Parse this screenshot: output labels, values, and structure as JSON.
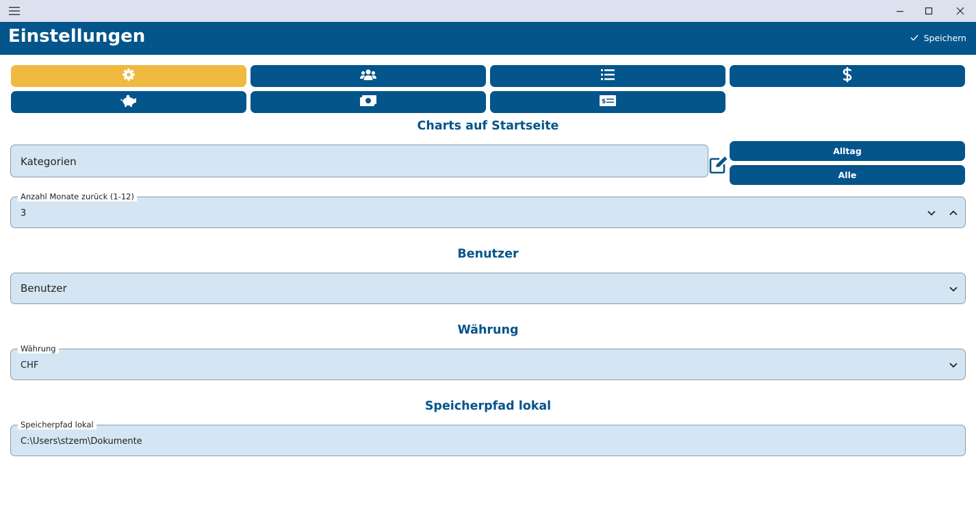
{
  "window": {
    "menu_icon": "hamburger-icon",
    "minimize_icon": "minimize-icon",
    "maximize_icon": "maximize-icon",
    "close_icon": "close-icon"
  },
  "header": {
    "title": "Einstellungen",
    "save_label": "Speichern",
    "save_icon": "checkmark-icon",
    "background": "#04558b"
  },
  "tabs": [
    {
      "icon": "gear-icon",
      "active": true
    },
    {
      "icon": "users-icon",
      "active": false
    },
    {
      "icon": "list-icon",
      "active": false
    },
    {
      "icon": "dollar-icon",
      "active": false
    },
    {
      "icon": "piggy-bank-icon",
      "active": false
    },
    {
      "icon": "money-bill-icon",
      "active": false
    },
    {
      "icon": "money-check-icon",
      "active": false
    }
  ],
  "colors": {
    "accent": "#f0b93f",
    "primary": "#04558b",
    "field_bg": "#d4e6f3"
  },
  "charts": {
    "heading": "Charts auf Startseite",
    "category_value": "Kategorien",
    "edit_icon": "edit-icon",
    "btn_everyday": "Alltag",
    "btn_all": "Alle",
    "months_label": "Anzahl Monate zurück (1-12)",
    "months_value": "3"
  },
  "user": {
    "heading": "Benutzer",
    "value": "Benutzer"
  },
  "currency": {
    "heading": "Währung",
    "label": "Währung",
    "value": "CHF"
  },
  "storage": {
    "heading": "Speicherpfad lokal",
    "label": "Speicherpfad lokal",
    "value": "C:\\Users\\stzem\\Dokumente"
  }
}
